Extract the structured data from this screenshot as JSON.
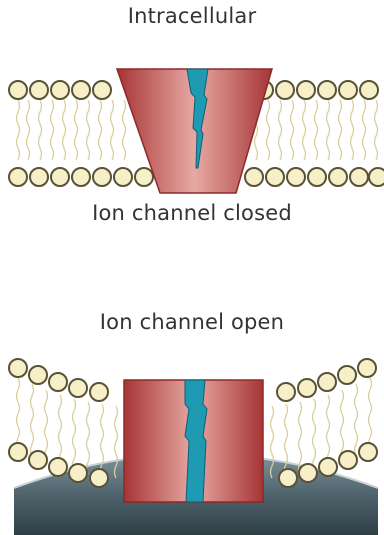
{
  "labels": {
    "top": "Intracellular",
    "closed": "Ion channel closed",
    "open": "Ion channel open"
  },
  "colors": {
    "protein_edge": "#9b2b2b",
    "protein_fill": "#c94f4f",
    "pore": "#1f9ab3",
    "lipid_head_fill": "#f6efc8",
    "lipid_head_edge": "#5a5236",
    "lipid_tail": "#d8cf9a",
    "base": "#3c4f57"
  }
}
